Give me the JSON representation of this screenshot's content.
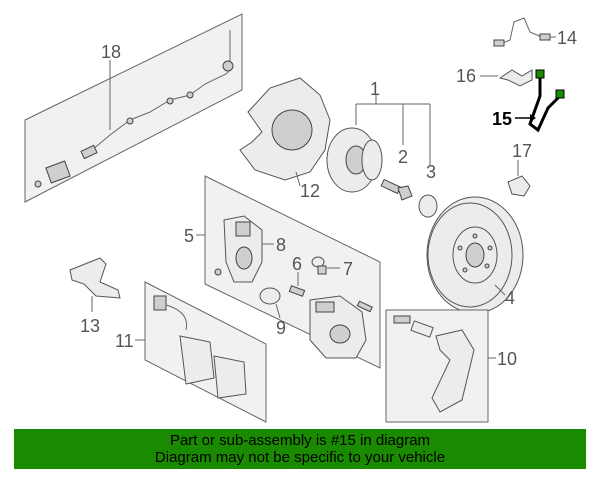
{
  "callouts": {
    "c1": "1",
    "c2": "2",
    "c3": "3",
    "c4": "4",
    "c5": "5",
    "c6": "6",
    "c7": "7",
    "c8": "8",
    "c9": "9",
    "c10": "10",
    "c11": "11",
    "c12": "12",
    "c13": "13",
    "c14": "14",
    "c15": "15",
    "c16": "16",
    "c17": "17",
    "c18": "18"
  },
  "highlight": {
    "part": "15",
    "color": "#1a8a00"
  },
  "banner": {
    "line1": "Part or sub-assembly is #15 in diagram",
    "line2": "Diagram may not be specific to your vehicle",
    "color": "#1a8a00"
  }
}
